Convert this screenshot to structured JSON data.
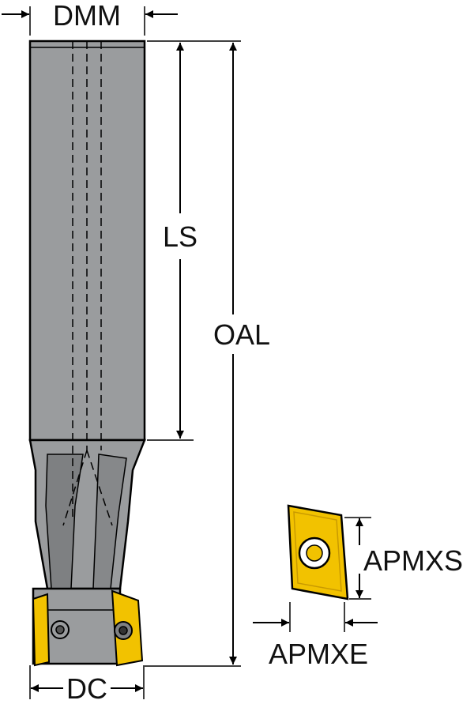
{
  "labels": {
    "dmm": "DMM",
    "ls": "LS",
    "oal": "OAL",
    "dc": "DC",
    "apmxs": "APMXS",
    "apmxe": "APMXE"
  },
  "colors": {
    "body_gray": "#9a9c9e",
    "body_dark": "#7e8082",
    "insert_yellow": "#f2c200",
    "insert_dark": "#c99a00",
    "line": "#000000"
  }
}
